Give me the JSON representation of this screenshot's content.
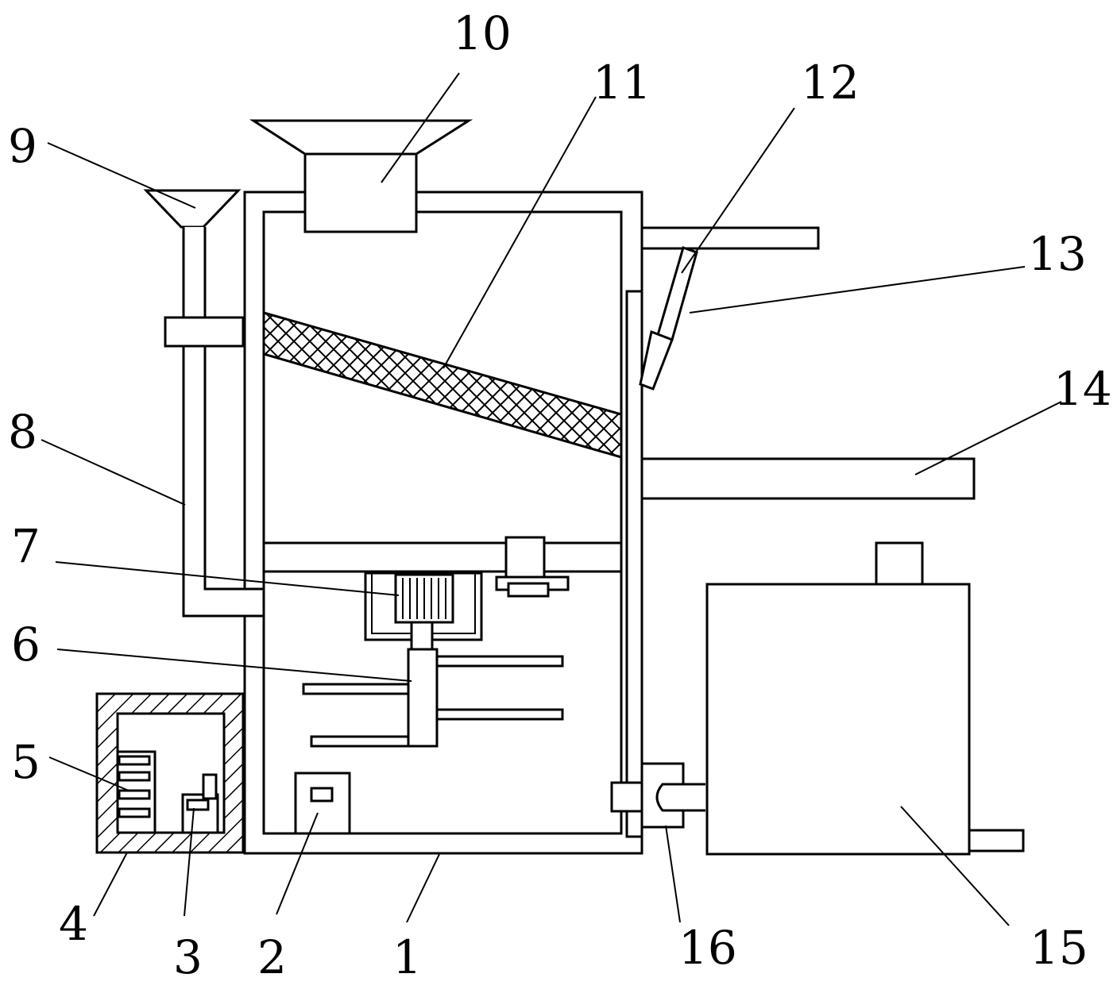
{
  "labels": {
    "l1": "1",
    "l2": "2",
    "l3": "3",
    "l4": "4",
    "l5": "5",
    "l6": "6",
    "l7": "7",
    "l8": "8",
    "l9": "9",
    "l10": "10",
    "l11": "11",
    "l12": "12",
    "l13": "13",
    "l14": "14",
    "l15": "15",
    "l16": "16"
  },
  "colors": {
    "ink": "#000000",
    "paper": "#ffffff"
  }
}
